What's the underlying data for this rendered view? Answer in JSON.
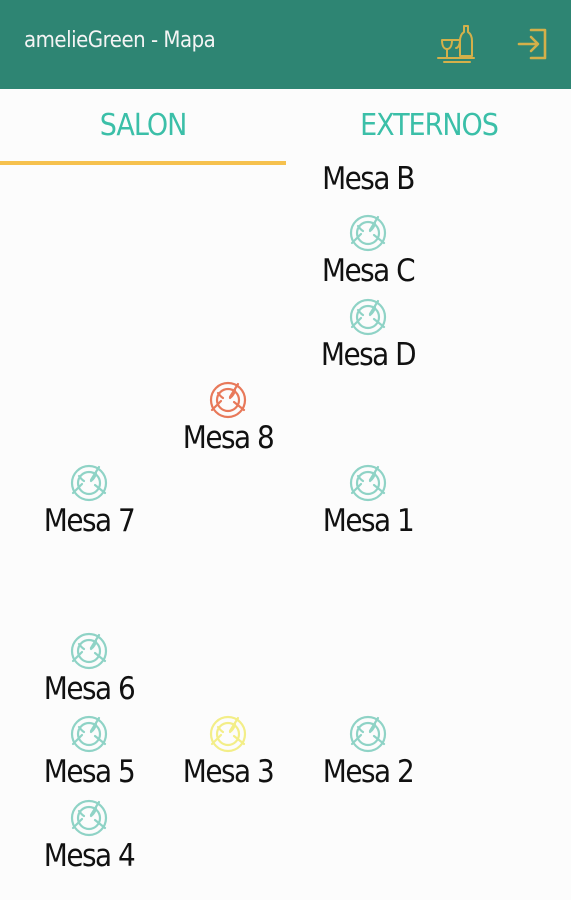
{
  "appbar": {
    "title": "amelieGreen - Mapa",
    "icons": [
      "waiter-bottle-icon",
      "exit-icon"
    ],
    "accent_color": "#2e8573",
    "icon_color": "#d4b04a"
  },
  "tabs": [
    {
      "label": "SALON",
      "selected": true
    },
    {
      "label": "EXTERNOS",
      "selected": false
    }
  ],
  "colors": {
    "tab_text": "#3bbfa8",
    "tab_indicator": "#f6c14e",
    "table_free": "#8fd3c6",
    "table_occupied": "#e8795a",
    "table_reserved": "#f3ee88"
  },
  "tables": [
    {
      "label": "Mesa B",
      "status": "free"
    },
    {
      "label": "Mesa C",
      "status": "free"
    },
    {
      "label": "Mesa D",
      "status": "free"
    },
    {
      "label": "Mesa 8",
      "status": "occupied"
    },
    {
      "label": "Mesa 7",
      "status": "free"
    },
    {
      "label": "Mesa 1",
      "status": "free"
    },
    {
      "label": "Mesa 6",
      "status": "free"
    },
    {
      "label": "Mesa 5",
      "status": "free"
    },
    {
      "label": "Mesa 3",
      "status": "reserved"
    },
    {
      "label": "Mesa 2",
      "status": "free"
    },
    {
      "label": "Mesa 4",
      "status": "free"
    }
  ]
}
